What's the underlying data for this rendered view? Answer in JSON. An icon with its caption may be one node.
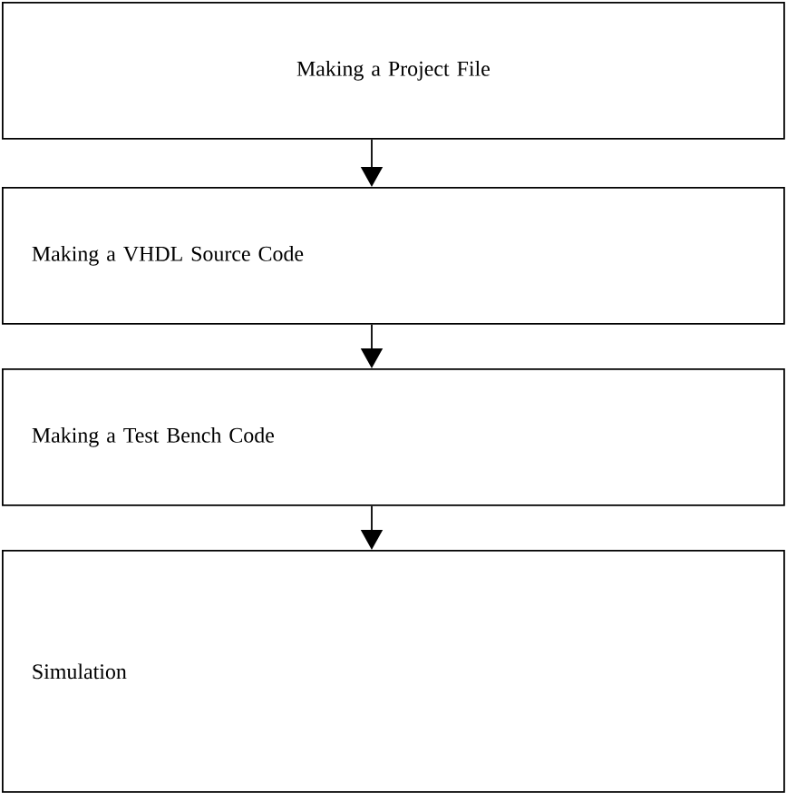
{
  "diagram": {
    "nodes": [
      {
        "text": [
          "Making a Project File"
        ]
      },
      {
        "text": [
          "Making a VHDL Source Code"
        ]
      },
      {
        "text": [
          "Making a Test Bench Code"
        ]
      },
      {
        "text": [
          "Simulation"
        ]
      }
    ],
    "edges": [
      {
        "from": 0,
        "to": 1,
        "arrow": "to"
      },
      {
        "from": 1,
        "to": 2,
        "arrow": "to"
      },
      {
        "from": 2,
        "to": 3,
        "arrow": "to"
      }
    ]
  }
}
